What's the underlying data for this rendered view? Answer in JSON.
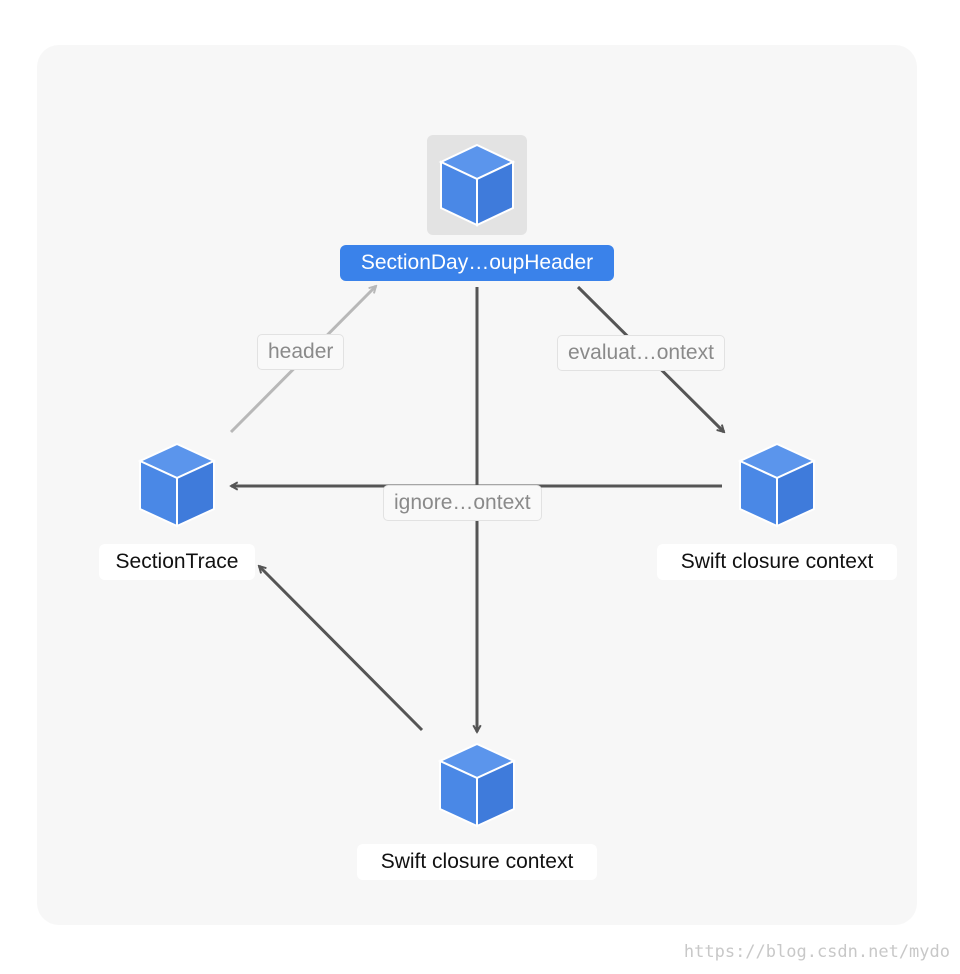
{
  "diagram": {
    "nodes": [
      {
        "id": "root",
        "label": "SectionDay…oupHeader",
        "icon": "cube-icon",
        "selected": true
      },
      {
        "id": "left",
        "label": "SectionTrace",
        "icon": "cube-icon",
        "selected": false
      },
      {
        "id": "right",
        "label": "Swift closure context",
        "icon": "cube-icon",
        "selected": false
      },
      {
        "id": "bottom",
        "label": "Swift closure context",
        "icon": "cube-icon",
        "selected": false
      }
    ],
    "edges": [
      {
        "from": "left",
        "to": "root",
        "label": "header",
        "faded": true
      },
      {
        "from": "root",
        "to": "right",
        "label": "evaluat…ontext",
        "faded": false
      },
      {
        "from": "root",
        "to": "left",
        "label": "ignore…ontext",
        "faded": false
      },
      {
        "from": "root",
        "to": "bottom",
        "label": "",
        "faded": false
      },
      {
        "from": "bottom",
        "to": "left",
        "label": "",
        "faded": false
      },
      {
        "from": "right",
        "to": "left",
        "label": "",
        "faded": false
      }
    ]
  },
  "colors": {
    "cube_front": "#4a88e6",
    "cube_side": "#3f7bdb",
    "cube_top": "#5b95ec",
    "selection": "#3a82ea",
    "edge": "#555555",
    "edge_faded": "#b8b8b8"
  },
  "watermark": "https://blog.csdn.net/mydo"
}
